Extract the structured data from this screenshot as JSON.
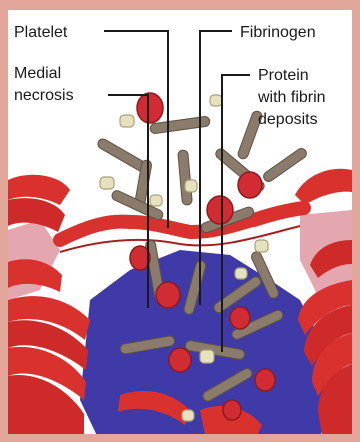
{
  "labels": {
    "platelet": "Platelet",
    "fibrinogen": "Fibrinogen",
    "medial_necrosis_line1": "Medial",
    "medial_necrosis_line2": "necrosis",
    "protein_line1": "Protein",
    "protein_line2": "with fibrin",
    "protein_line3": "deposits"
  },
  "colors": {
    "frame": "#e2a79a",
    "background": "#ffffff",
    "muscle_red": "#d8312e",
    "muscle_dark": "#a61f22",
    "lumen_blue": "#3f3aa8",
    "blood_cell": "#d12b34",
    "fibrin_brown": "#8a7b6a",
    "platelet_cream": "#e6e2bf",
    "label_text": "#1a1a1a"
  }
}
